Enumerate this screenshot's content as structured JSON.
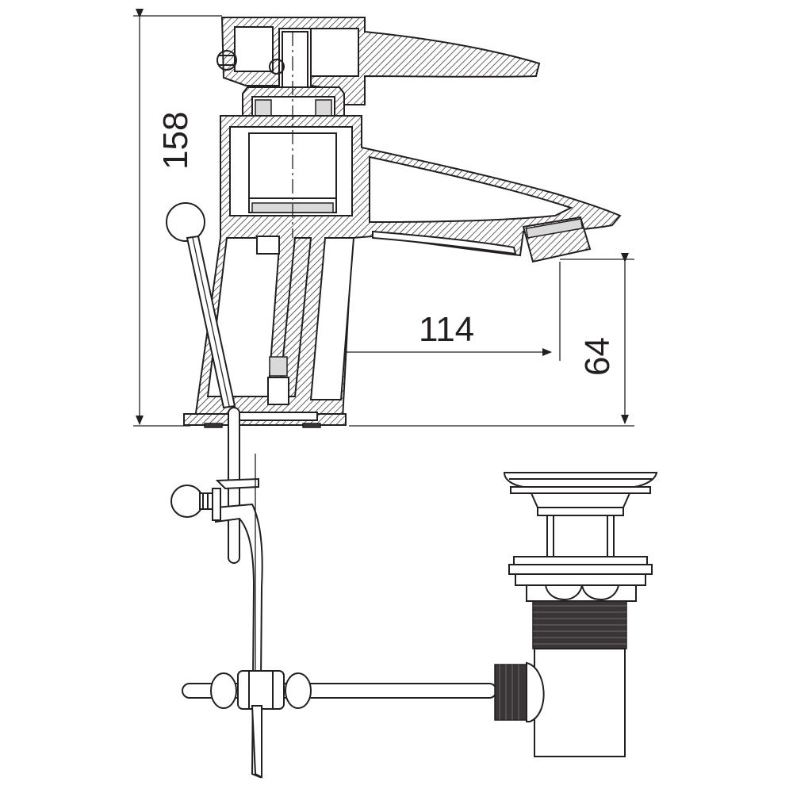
{
  "dimensions": {
    "height_total": "158",
    "spout_reach": "114",
    "spout_height": "64"
  },
  "colors": {
    "line": "#231f20",
    "background": "#ffffff",
    "thread": "#3a3536"
  }
}
